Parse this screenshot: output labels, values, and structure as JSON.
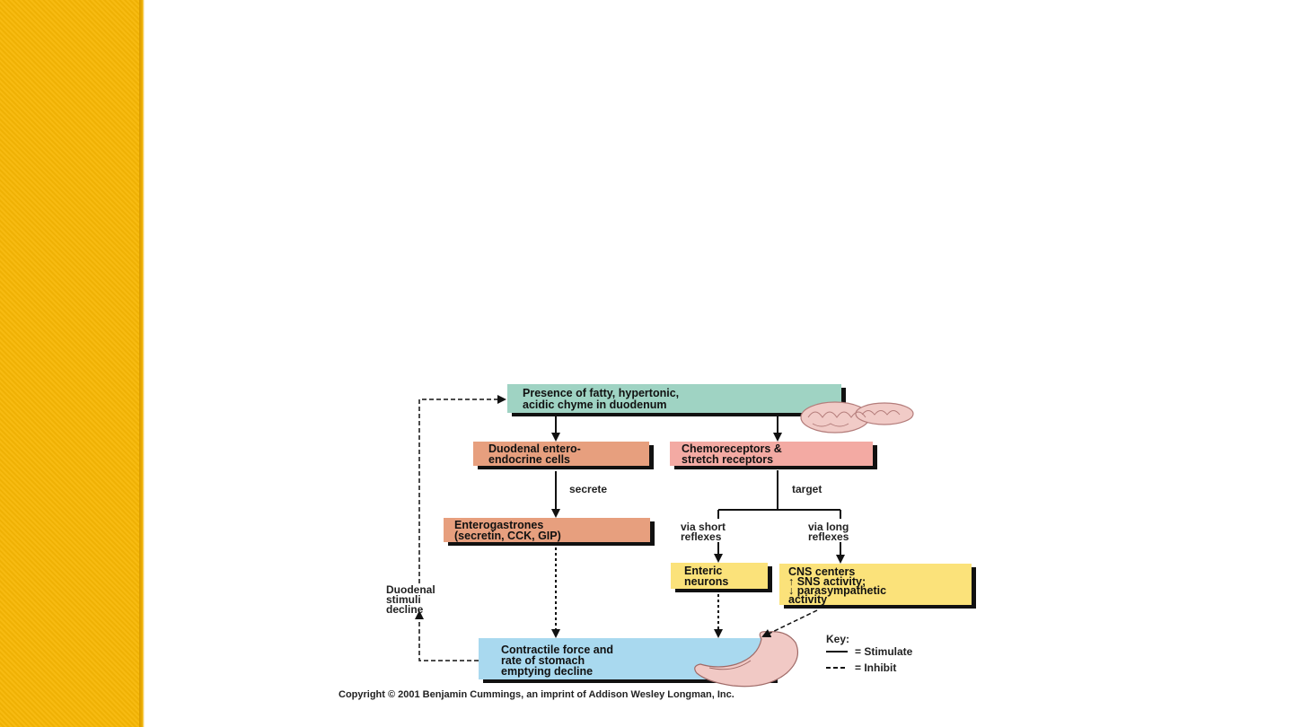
{
  "colors": {
    "sidebar": "#f7b705",
    "teal_box": "#9fd3c3",
    "salmon_box": "#e79f7e",
    "pink_box": "#f3aaa3",
    "yellow_box": "#fbe27a",
    "blue_box": "#a9d9ef"
  },
  "icons": {
    "intestine": "duodenum-icon",
    "stomach": "stomach-icon"
  },
  "boxes": {
    "chyme": [
      "Presence of fatty, hypertonic,",
      "acidic chyme in duodenum"
    ],
    "duodenal_cells": [
      "Duodenal entero-",
      "endocrine cells"
    ],
    "chemoreceptors": [
      "Chemoreceptors &",
      "stretch receptors"
    ],
    "enterogastrones": [
      "Enterogastrones",
      "(secretin, CCK, GIP)"
    ],
    "enteric": [
      "Enteric",
      "neurons"
    ],
    "cns": [
      "CNS centers",
      "↑ SNS activity;",
      "↓ parasympathetic",
      "activity"
    ],
    "contractile": [
      "Contractile force and",
      "rate of stomach",
      "emptying decline"
    ]
  },
  "labels": {
    "secrete": "secrete",
    "target": "target",
    "short_reflexes": [
      "via short",
      "reflexes"
    ],
    "long_reflexes": [
      "via long",
      "reflexes"
    ],
    "feedback": [
      "Duodenal",
      "stimuli",
      "decline"
    ]
  },
  "key": {
    "title": "Key:",
    "stimulate": "= Stimulate",
    "inhibit": "= Inhibit"
  },
  "copyright": "Copyright © 2001 Benjamin Cummings, an imprint of Addison Wesley Longman, Inc."
}
